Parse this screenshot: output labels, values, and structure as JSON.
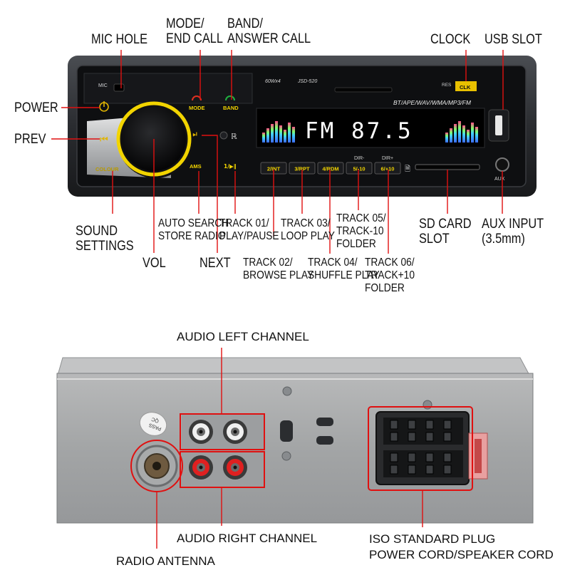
{
  "colors": {
    "callout_line": "#e01010",
    "accent_yellow": "#f2d400",
    "display_text": "#ffffff",
    "body_silver": "#a9abac",
    "faceplate_black": "#0d0e10"
  },
  "front_panel": {
    "panel_text": {
      "mic": "MIC",
      "res": "RES",
      "clk": "CLK",
      "mode": "MODE",
      "band": "BAND",
      "colour": "COLOUR",
      "ams": "AMS",
      "power_spec": "60Wx4",
      "model": "JSD-520",
      "formats": "BT/APE/WAV/WMA/MP3/FM",
      "display": "FM 87.5",
      "play_pause": "1/▶∥",
      "dir_minus": "DIR-",
      "dir_plus": "DIR+",
      "aux": "AUX"
    },
    "preset_buttons": [
      "2/INT",
      "3/RPT",
      "4/RDM",
      "5/-10",
      "6/+10"
    ],
    "labels": {
      "mic_hole": "MIC HOLE",
      "mode_end_call": [
        "MODE/",
        "END CALL"
      ],
      "band_answer_call": [
        "BAND/",
        "ANSWER CALL"
      ],
      "clock": "CLOCK",
      "usb_slot": "USB SLOT",
      "power": "POWER",
      "prev": "PREV",
      "sound_settings": [
        "SOUND",
        "SETTINGS"
      ],
      "vol": "VOL",
      "auto_search": [
        "AUTO SEARCH",
        "STORE RADIO"
      ],
      "next": "NEXT",
      "track01": [
        "TRACK 01/",
        "PLAY/PAUSE"
      ],
      "track02": [
        "TRACK 02/",
        "BROWSE PLAY"
      ],
      "track03": [
        "TRACK 03/",
        "LOOP PLAY"
      ],
      "track04": [
        "TRACK 04/",
        "SHUFFLE PLAY"
      ],
      "track05": [
        "TRACK 05/",
        "TRACK-10",
        "FOLDER"
      ],
      "track06": [
        "TRACK 06/",
        "TRACK+10",
        "FOLDER"
      ],
      "sd_card": [
        "SD CARD",
        "SLOT"
      ],
      "aux_input": [
        "AUX INPUT",
        "(3.5mm)"
      ]
    }
  },
  "rear_panel": {
    "pass_qc": [
      "PASS",
      "QC"
    ],
    "labels": {
      "audio_left": "AUDIO LEFT CHANNEL",
      "audio_right": "AUDIO RIGHT CHANNEL",
      "radio_antenna": "RADIO ANTENNA",
      "iso_plug": [
        "ISO STANDARD PLUG",
        "POWER CORD/SPEAKER CORD"
      ]
    }
  }
}
